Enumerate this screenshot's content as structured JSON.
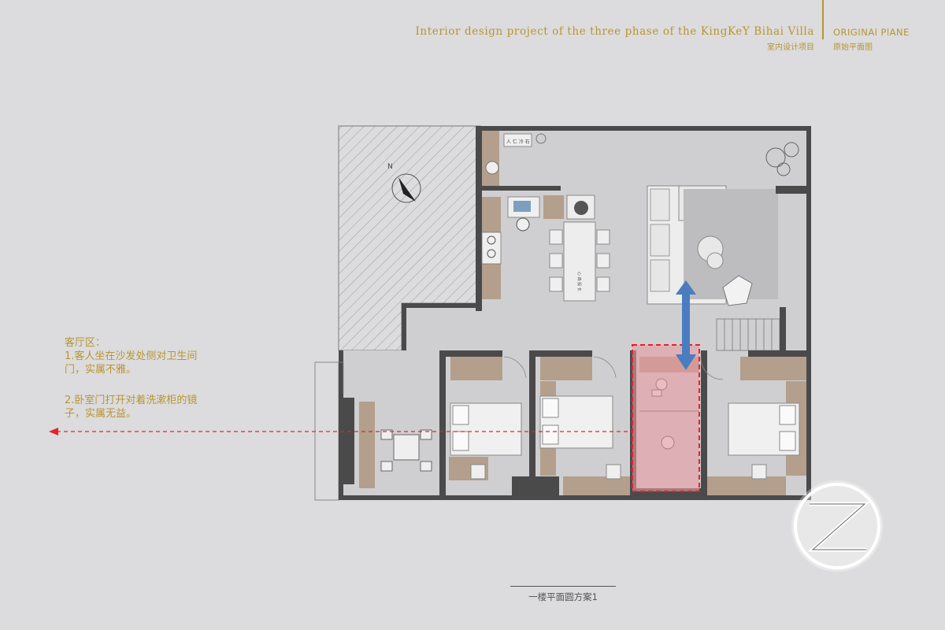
{
  "header": {
    "title": "Interior design project of the three phase of the KingKeY Bihai Villa",
    "subtitle": "室内设计项目",
    "section_title": "ORIGINAl PlANE",
    "section_subtitle": "原始平面图"
  },
  "annotation": {
    "heading": "客厅区：",
    "point1_line1": "1.客人坐在沙发处侧对卫生间",
    "point1_line2": "门，实属不雅。",
    "point2_line1": "2.卧室门打开对着洗漱柜的镜",
    "point2_line2": "子，实属无益。"
  },
  "plan": {
    "kitchen_tag": "人 仁 冷 石",
    "table_tag": "心 森 般 长"
  },
  "caption": "一楼平面圆方案1",
  "colors": {
    "background": "#dcdcde",
    "gold": "#b8952f",
    "wall": "#4a4a4a",
    "floor": "#cfcfd1",
    "cabinet": "#b39f8c",
    "highlight_fill": "#e79aa0",
    "highlight_border": "#e8212a",
    "arrow": "#4a7cc0"
  },
  "icons": [
    "compass-icon",
    "double-arrow-icon",
    "logo-icon"
  ]
}
